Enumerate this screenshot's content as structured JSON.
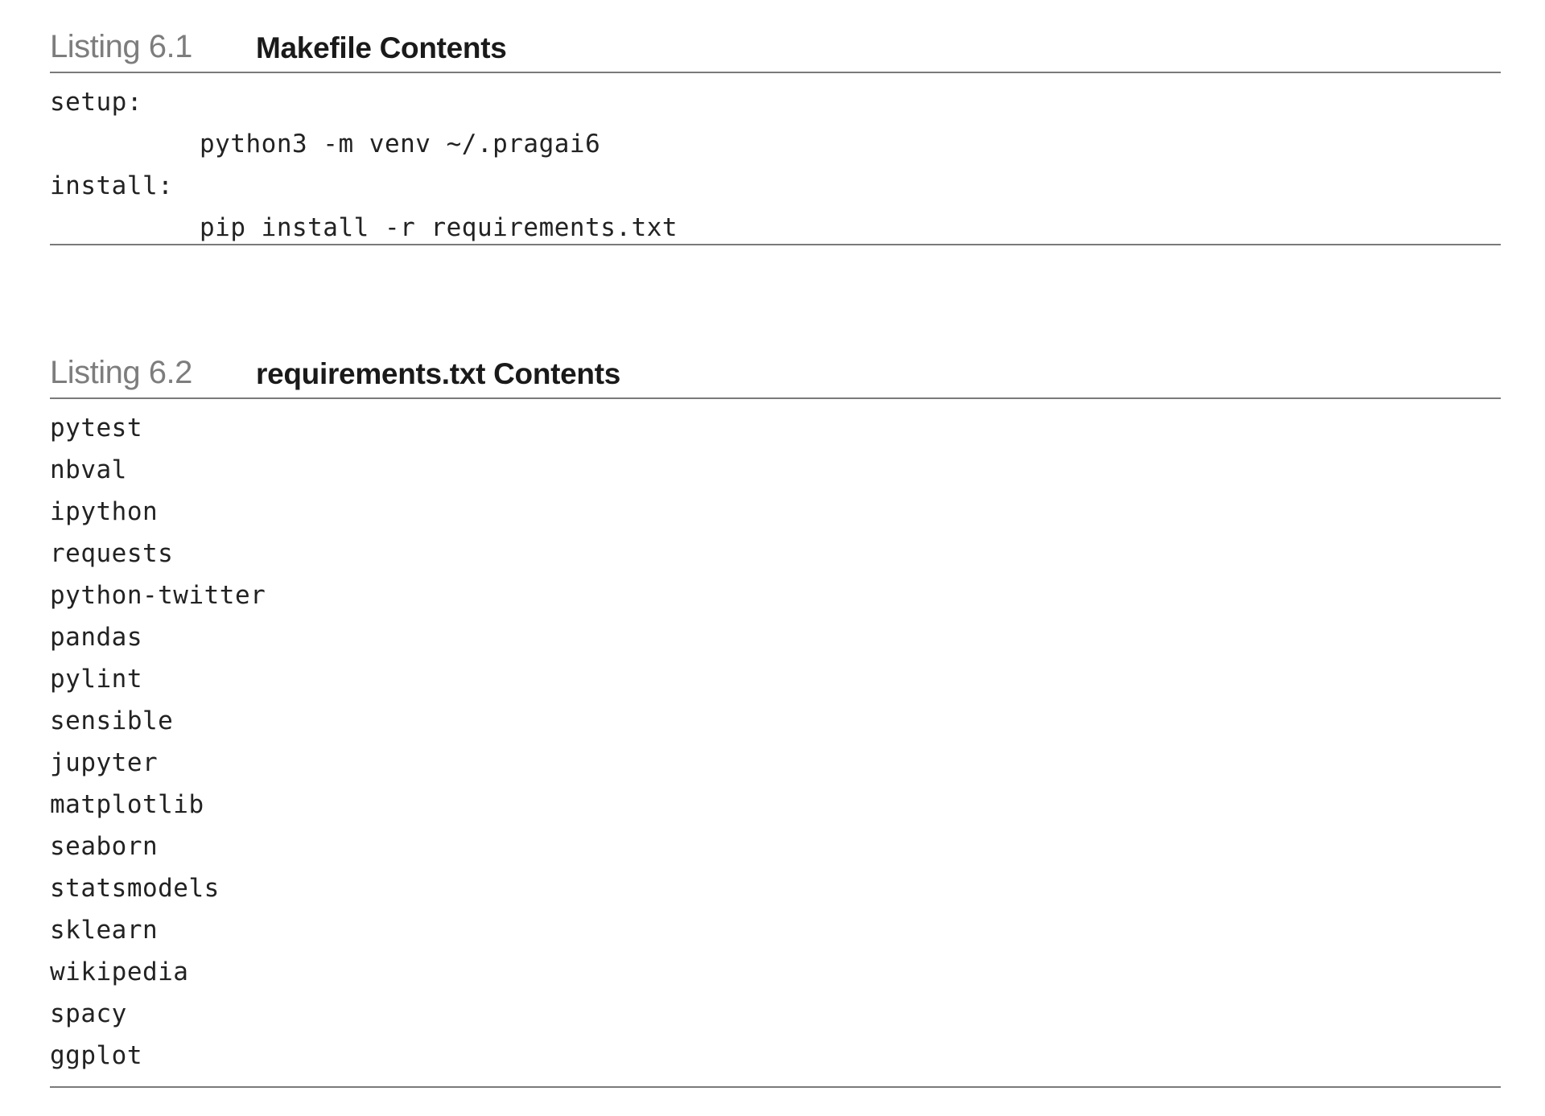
{
  "listings": [
    {
      "label": "Listing 6.1",
      "title": "Makefile Contents",
      "lines": [
        {
          "text": "setup:",
          "indent": false
        },
        {
          "text": "python3 -m venv ~/.pragai6",
          "indent": true
        },
        {
          "text": "install:",
          "indent": false
        },
        {
          "text": "pip install -r requirements.txt",
          "indent": true
        }
      ]
    },
    {
      "label": "Listing 6.2",
      "title": "requirements.txt Contents",
      "lines": [
        {
          "text": "pytest"
        },
        {
          "text": "nbval"
        },
        {
          "text": "ipython"
        },
        {
          "text": "requests"
        },
        {
          "text": "python-twitter"
        },
        {
          "text": "pandas"
        },
        {
          "text": "pylint"
        },
        {
          "text": "sensible"
        },
        {
          "text": "jupyter"
        },
        {
          "text": "matplotlib"
        },
        {
          "text": "seaborn"
        },
        {
          "text": "statsmodels"
        },
        {
          "text": "sklearn"
        },
        {
          "text": "wikipedia"
        },
        {
          "text": "spacy"
        },
        {
          "text": "ggplot"
        }
      ]
    }
  ],
  "colors": {
    "label_gray": "#7d7d7d",
    "title_black": "#1a1a1a",
    "rule_gray": "#7a7a7a",
    "code_text": "#222222"
  }
}
